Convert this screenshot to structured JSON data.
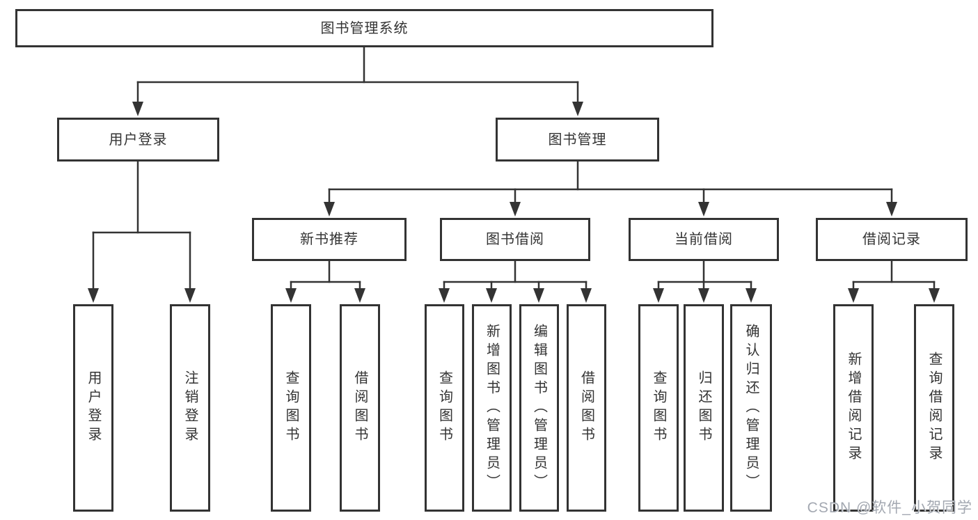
{
  "diagram": {
    "type": "hierarchy-tree",
    "title": "图书管理系统",
    "colors": {
      "line": "#333333",
      "box_border": "#333333",
      "box_fill": "#ffffff",
      "text": "#333333",
      "background": "#ffffff",
      "watermark_text_color": "#a3a8b1"
    },
    "tree": {
      "root": {
        "label": "图书管理系统"
      },
      "branches": [
        {
          "label": "用户登录",
          "children": [
            {
              "label": "用户登录"
            },
            {
              "label": "注销登录"
            }
          ]
        },
        {
          "label": "图书管理",
          "children": [
            {
              "label": "新书推荐",
              "children": [
                {
                  "label": "查询图书"
                },
                {
                  "label": "借阅图书"
                }
              ]
            },
            {
              "label": "图书借阅",
              "children": [
                {
                  "label": "查询图书"
                },
                {
                  "label": "新增图书（管理员）"
                },
                {
                  "label": "编辑图书（管理员）"
                },
                {
                  "label": "借阅图书"
                }
              ]
            },
            {
              "label": "当前借阅",
              "children": [
                {
                  "label": "查询图书"
                },
                {
                  "label": "归还图书"
                },
                {
                  "label": "确认归还（管理员）"
                }
              ]
            },
            {
              "label": "借阅记录",
              "children": [
                {
                  "label": "新增借阅记录"
                },
                {
                  "label": "查询借阅记录"
                }
              ]
            }
          ]
        }
      ]
    }
  },
  "watermark": {
    "text": "CSDN @软件_小贺同学"
  }
}
